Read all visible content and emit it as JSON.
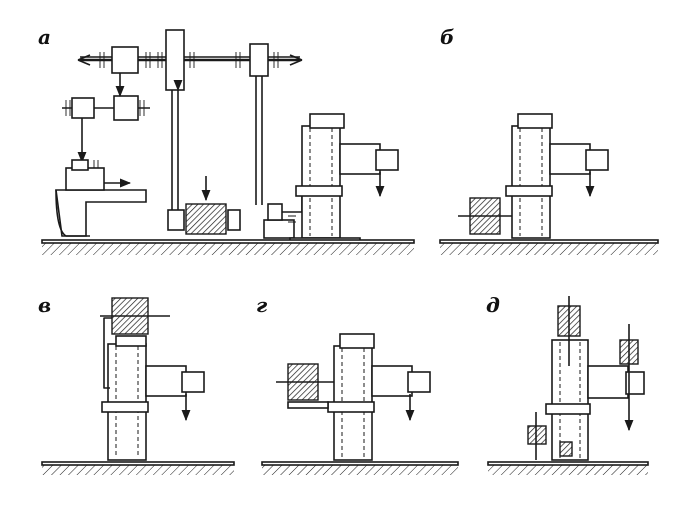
{
  "panels": [
    {
      "id": "a",
      "label": "а"
    },
    {
      "id": "b",
      "label": "б"
    },
    {
      "id": "v",
      "label": "в"
    },
    {
      "id": "g",
      "label": "г"
    },
    {
      "id": "d",
      "label": "д"
    }
  ]
}
